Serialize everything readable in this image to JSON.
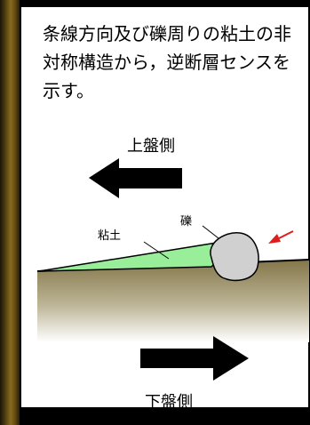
{
  "description": "条線方向及び礫周りの粘土の非対称構造から，逆断層センスを示す。",
  "labels": {
    "hanging_wall": "上盤側",
    "footwall": "下盤側",
    "clay": "粘土",
    "pebble": "礫"
  },
  "colors": {
    "clay_fill": "#99ee99",
    "pebble_fill": "#d0d0d0",
    "ground_top": "#837649",
    "arrow_red": "#e11c1c"
  }
}
